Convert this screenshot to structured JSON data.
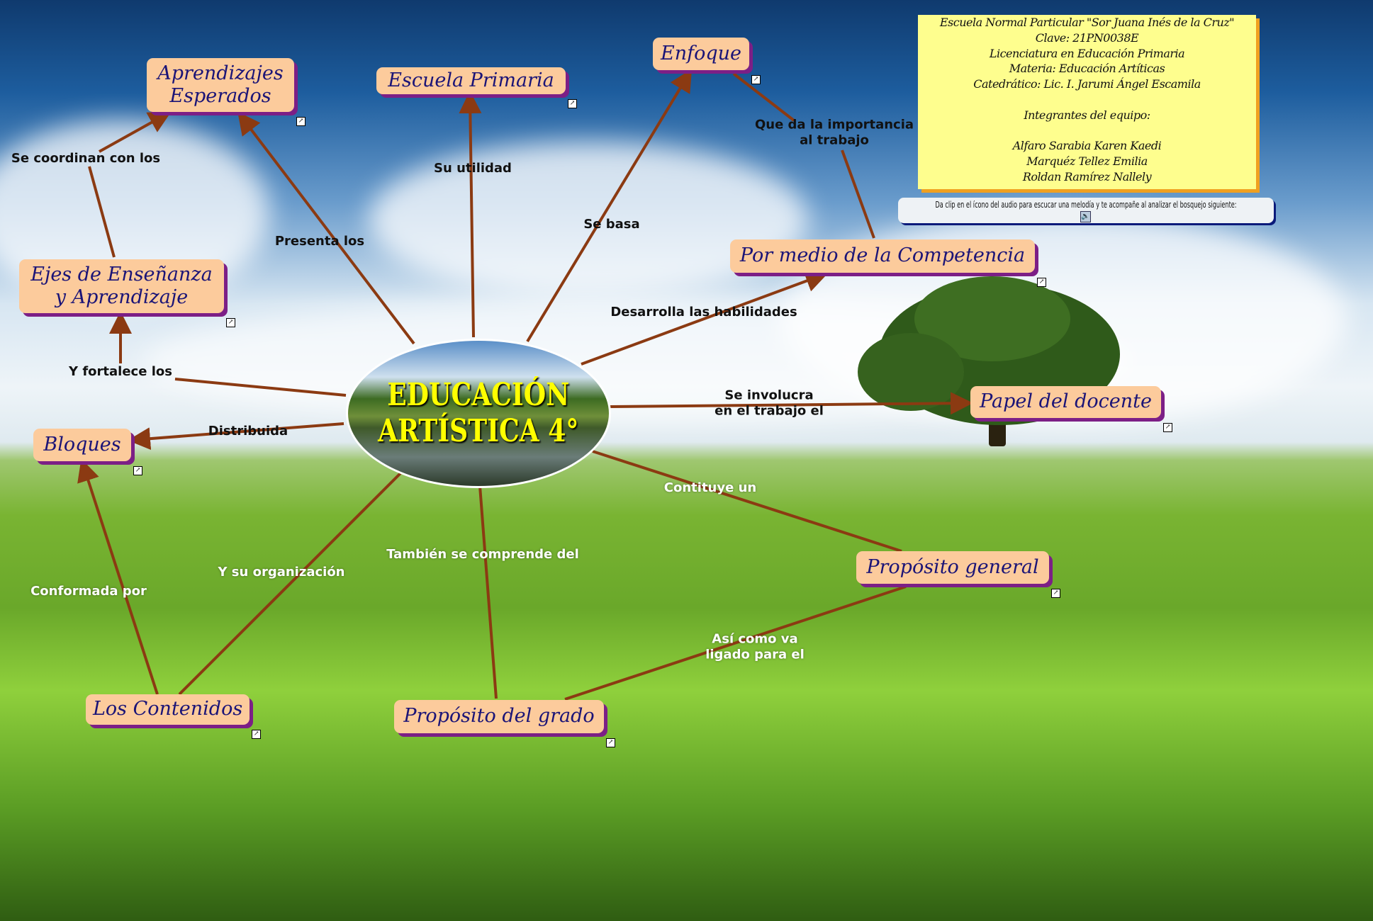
{
  "center": {
    "line1": "EDUCACIÓN",
    "line2": "ARTÍSTICA 4°"
  },
  "nodes": {
    "aprendizajes_l1": "Aprendizajes",
    "aprendizajes_l2": "Esperados",
    "escuela": "Escuela Primaria",
    "enfoque": "Enfoque",
    "competencia": "Por medio de la Competencia",
    "ejes_l1": "Ejes de Enseñanza",
    "ejes_l2": "y Aprendizaje",
    "bloques": "Bloques",
    "papel": "Papel del docente",
    "proposito_general": "Propósito general",
    "contenidos": "Los Contenidos",
    "proposito_grado": "Propósito del grado"
  },
  "labels": {
    "coordinan": "Se coordinan con los",
    "presenta": "Presenta los",
    "utilidad": "Su utilidad",
    "basa": "Se basa",
    "importancia_l1": "Que da la importancia",
    "importancia_l2": "al trabajo",
    "desarrolla": "Desarrolla las habilidades",
    "fortalece": "Y fortalece los",
    "distribuida": "Distribuida",
    "involucra_l1": "Se involucra",
    "involucra_l2": "en el trabajo el",
    "constituye": "Contituye un",
    "comprende": "También se comprende del",
    "organizacion": "Y su organización",
    "conformada": "Conformada por",
    "ligado_l1": "Así como va",
    "ligado_l2": "ligado para el"
  },
  "info": {
    "lines": [
      "Escuela Normal Particular \"Sor Juana Inés de la Cruz\"",
      "Clave: 21PN0038E",
      "Licenciatura en Educación Primaria",
      "Materia: Educación Artíticas",
      "Catedrático: Lic. I. Jarumi Ángel Escamila",
      "",
      "Integrantes del equipo:",
      "",
      "Alfaro Sarabia Karen Kaedi",
      "Marquéz Tellez Emilia",
      "Roldan Ramírez Nallely"
    ]
  },
  "audio": {
    "text": "Da clip en el ícono del audio para escucar una melodía y te acompañe al analizar el bosquejo siguiente:",
    "icon": "speaker-icon"
  },
  "colors": {
    "node_bg": "#fccb9c",
    "node_text": "#1b1477",
    "connector": "#8b3a12",
    "center_text": "#ffff00"
  }
}
